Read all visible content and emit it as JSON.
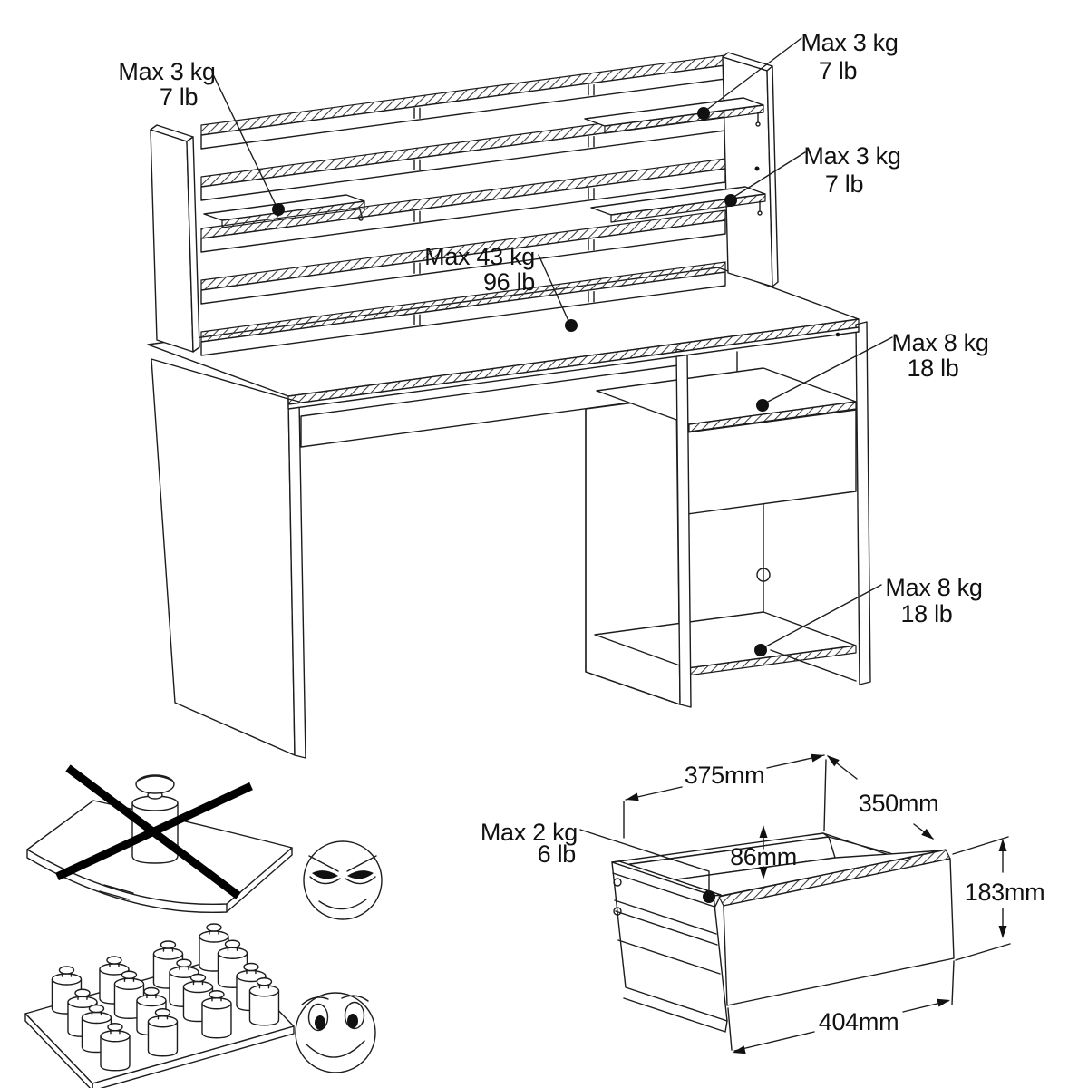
{
  "load_labels": {
    "hutch_shelf_left": {
      "kg": "Max 3 kg",
      "lb": "7 lb"
    },
    "hutch_shelf_top_right": {
      "kg": "Max 3 kg",
      "lb": "7 lb"
    },
    "hutch_shelf_right": {
      "kg": "Max 3 kg",
      "lb": "7 lb"
    },
    "desktop": {
      "kg": "Max 43 kg",
      "lb": "96 lb"
    },
    "pedestal_open_shelf": {
      "kg": "Max 8 kg",
      "lb": "18 lb"
    },
    "pedestal_bottom_shelf": {
      "kg": "Max 8 kg",
      "lb": "18 lb"
    },
    "drawer": {
      "kg": "Max 2 kg",
      "lb": "6 lb"
    }
  },
  "drawer_dimensions": {
    "top_width": "375mm",
    "top_depth": "350mm",
    "inner_depth": "86mm",
    "front_height": "183mm",
    "front_width": "404mm"
  },
  "colors": {
    "line": "#1c1c1c",
    "emphasis": "#000000",
    "background": "#ffffff"
  }
}
